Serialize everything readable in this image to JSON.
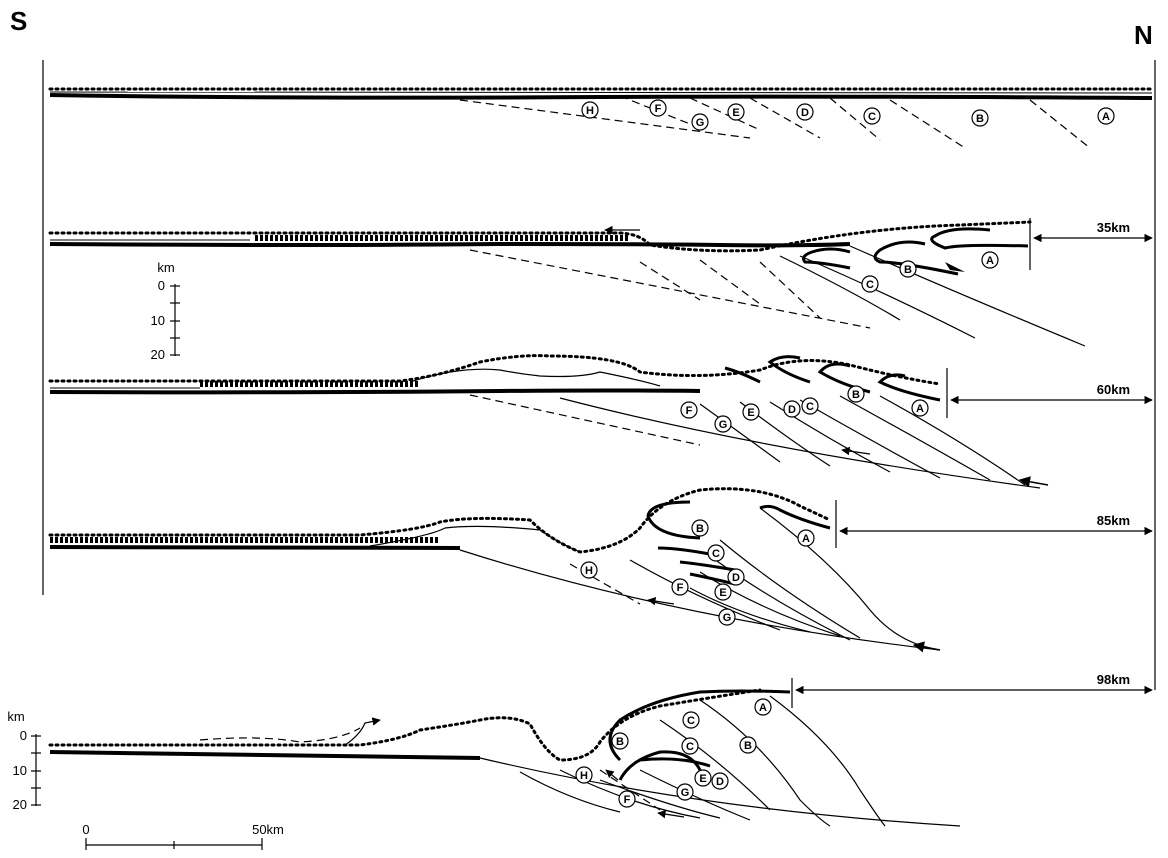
{
  "directions": {
    "south": "S",
    "north": "N"
  },
  "vertical_scale_1": {
    "unit": "km",
    "ticks": [
      "0",
      "10",
      "20"
    ]
  },
  "vertical_scale_2": {
    "unit": "km",
    "ticks": [
      "0",
      "10",
      "20"
    ]
  },
  "horizontal_scale": {
    "ticks": [
      "0",
      "50km"
    ]
  },
  "stages": [
    {
      "stage": 1,
      "distance": "",
      "labels": [
        "H",
        "F",
        "G",
        "E",
        "D",
        "C",
        "B",
        "A"
      ]
    },
    {
      "stage": 2,
      "distance": "35km",
      "labels": [
        "A",
        "B",
        "C"
      ]
    },
    {
      "stage": 3,
      "distance": "60km",
      "labels": [
        "B",
        "A",
        "F",
        "G",
        "E",
        "D",
        "C"
      ]
    },
    {
      "stage": 4,
      "distance": "85km",
      "labels": [
        "B",
        "A",
        "C",
        "D",
        "E",
        "F",
        "H",
        "G"
      ]
    },
    {
      "stage": 5,
      "distance": "98km",
      "labels": [
        "A",
        "C",
        "B",
        "C",
        "B",
        "H",
        "E",
        "D",
        "F",
        "G"
      ]
    }
  ]
}
